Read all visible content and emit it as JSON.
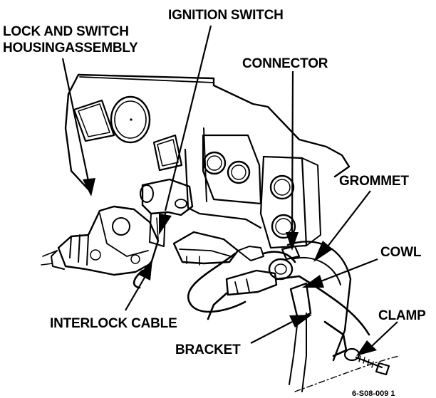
{
  "labels": {
    "lock_housing_line1": "LOCK AND SWITCH",
    "lock_housing_line2": "HOUSINGASSEMBLY",
    "ignition_switch": "IGNITION SWITCH",
    "connector": "CONNECTOR",
    "grommet": "GROMMET",
    "cowl": "COWL",
    "clamp": "CLAMP",
    "interlock_cable": "INTERLOCK CABLE",
    "bracket": "BRACKET"
  },
  "figure_code": "6-S08-009 1"
}
